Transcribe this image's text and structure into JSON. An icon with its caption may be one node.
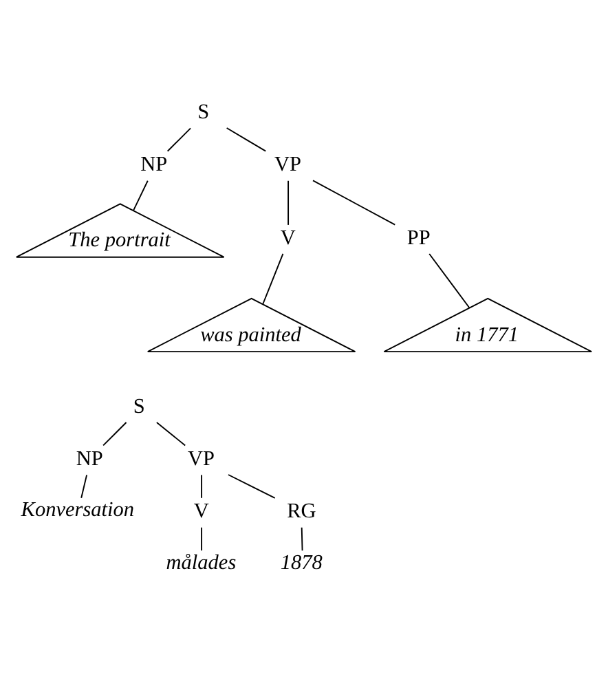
{
  "diagram": {
    "nodes": [
      {
        "text": [
          "S"
        ]
      },
      {
        "text": [
          "NP"
        ]
      },
      {
        "text": [
          "VP"
        ]
      },
      {
        "text": [
          "The portrait"
        ]
      },
      {
        "text": [
          "V"
        ]
      },
      {
        "text": [
          "PP"
        ]
      },
      {
        "text": [
          "was painted"
        ]
      },
      {
        "text": [
          "in 1771"
        ]
      },
      {
        "text": [
          "S"
        ]
      },
      {
        "text": [
          "NP"
        ]
      },
      {
        "text": [
          "VP"
        ]
      },
      {
        "text": [
          "Konversation"
        ]
      },
      {
        "text": [
          "V"
        ]
      },
      {
        "text": [
          "RG"
        ]
      },
      {
        "text": [
          "målades"
        ]
      },
      {
        "text": [
          "1878"
        ]
      }
    ],
    "edges": [
      {
        "from": 0,
        "to": 1,
        "arrow": "none"
      },
      {
        "from": 0,
        "to": 2,
        "arrow": "none"
      },
      {
        "from": 1,
        "to": 3,
        "arrow": "none"
      },
      {
        "from": 2,
        "to": 4,
        "arrow": "none"
      },
      {
        "from": 2,
        "to": 5,
        "arrow": "none"
      },
      {
        "from": 4,
        "to": 6,
        "arrow": "none"
      },
      {
        "from": 5,
        "to": 7,
        "arrow": "none"
      },
      {
        "from": 8,
        "to": 9,
        "arrow": "none"
      },
      {
        "from": 8,
        "to": 10,
        "arrow": "none"
      },
      {
        "from": 9,
        "to": 11,
        "arrow": "none"
      },
      {
        "from": 10,
        "to": 12,
        "arrow": "none"
      },
      {
        "from": 10,
        "to": 13,
        "arrow": "none"
      },
      {
        "from": 12,
        "to": 14,
        "arrow": "none"
      },
      {
        "from": 13,
        "to": 15,
        "arrow": "none"
      }
    ]
  }
}
